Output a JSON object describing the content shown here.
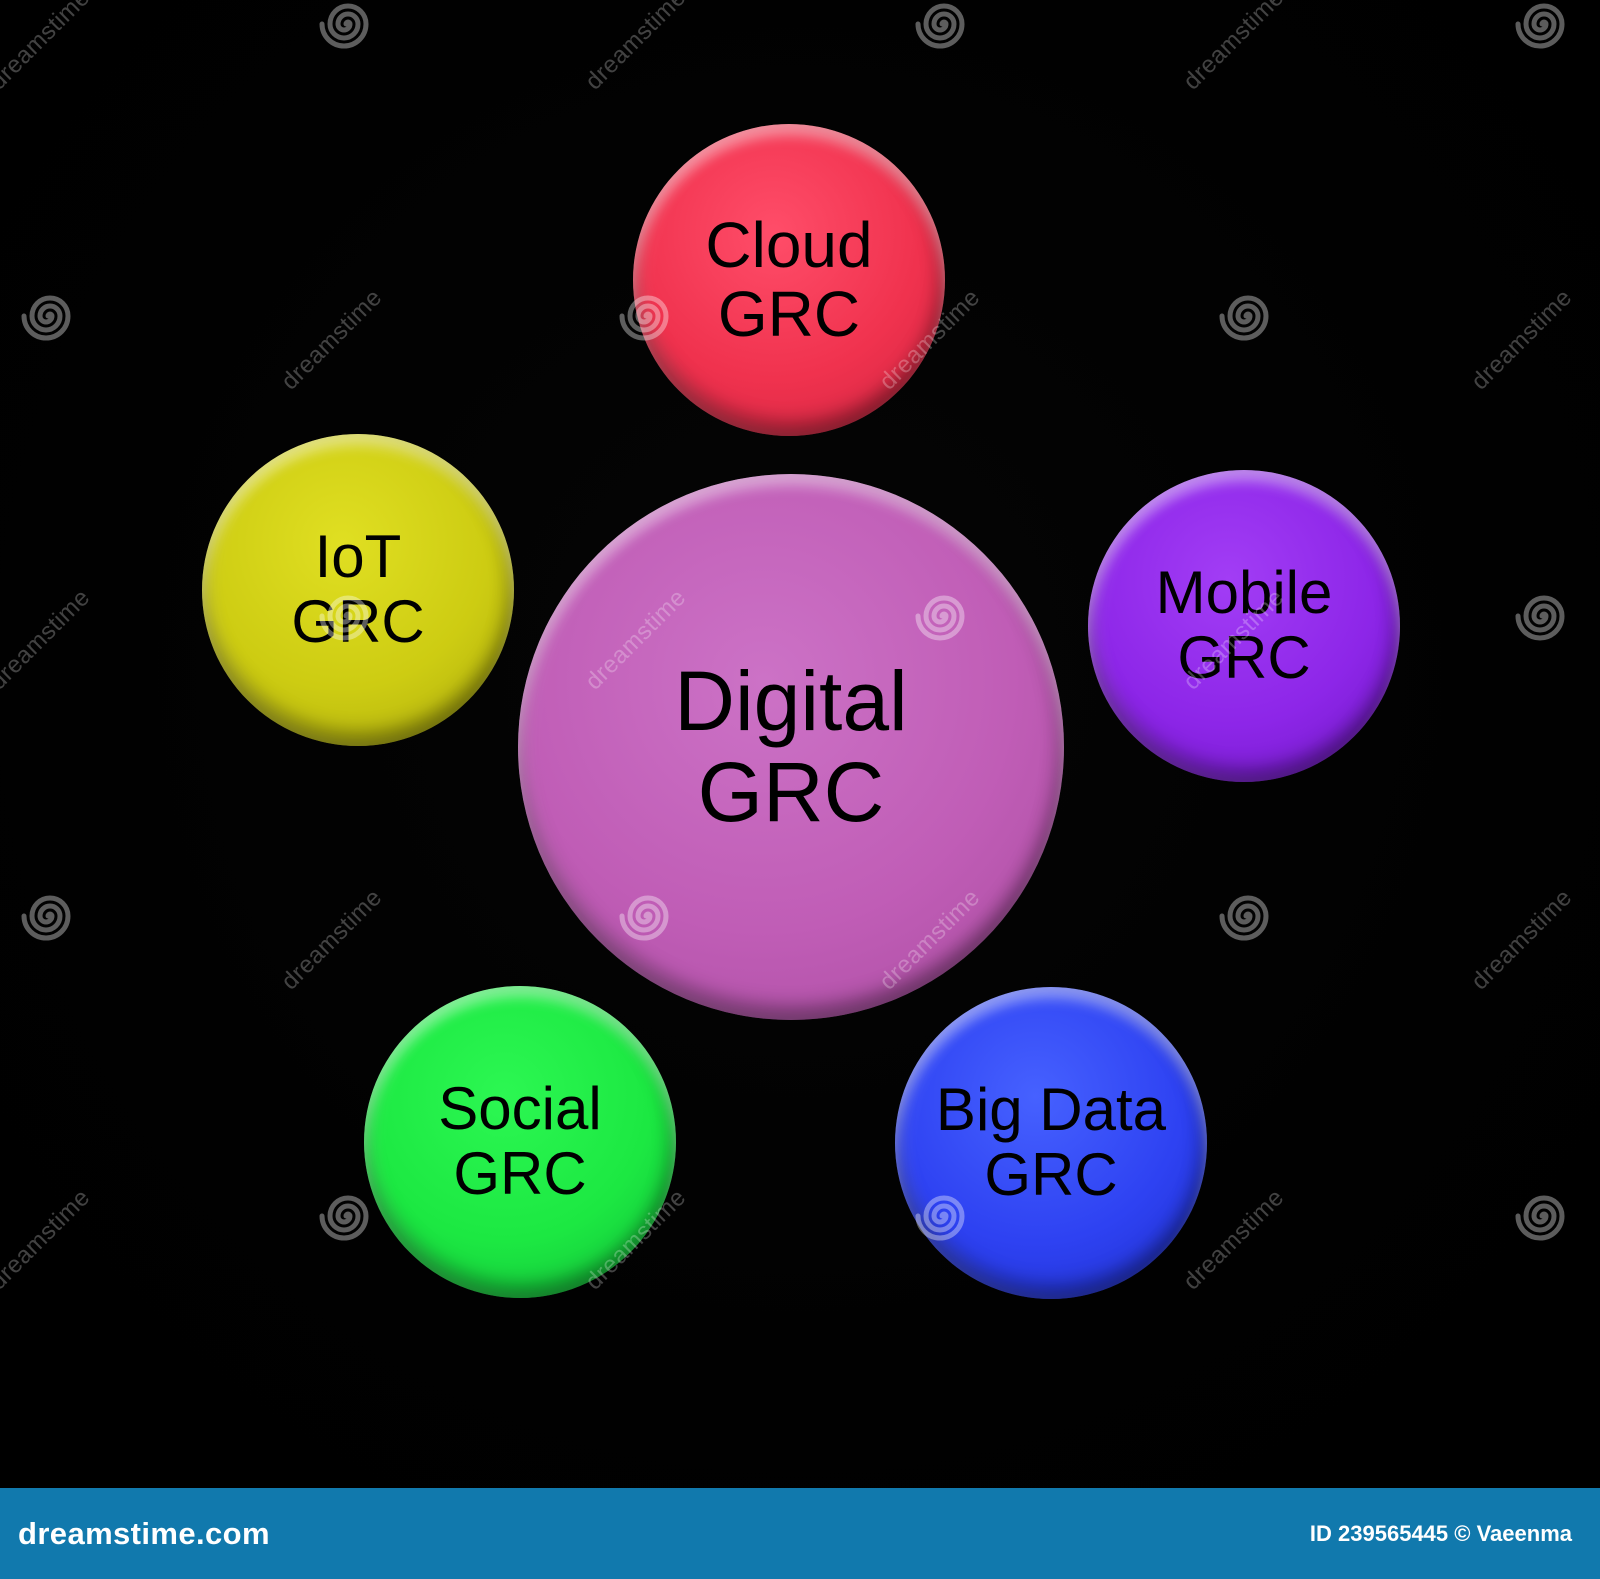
{
  "diagram": {
    "center": {
      "line1": "Digital",
      "line2": "GRC",
      "color": "#c05db6"
    },
    "nodes": [
      {
        "id": "cloud",
        "line1": "Cloud",
        "line2": "GRC",
        "color": "#f0324e"
      },
      {
        "id": "iot",
        "line1": "IoT",
        "line2": "GRC",
        "color": "#cdcc12"
      },
      {
        "id": "mobile",
        "line1": "Mobile",
        "line2": "GRC",
        "color": "#8d26e8"
      },
      {
        "id": "social",
        "line1": "Social",
        "line2": "GRC",
        "color": "#1ce842"
      },
      {
        "id": "bigdata",
        "line1": "Big Data",
        "line2": "GRC",
        "color": "#2e42f2"
      }
    ]
  },
  "watermark": {
    "text": "dreamstime",
    "logo": "spiral-logo"
  },
  "footer": {
    "site": "dreamstime.com",
    "id": "ID 239565445 © Vaeenma",
    "background": "#1179ad"
  }
}
